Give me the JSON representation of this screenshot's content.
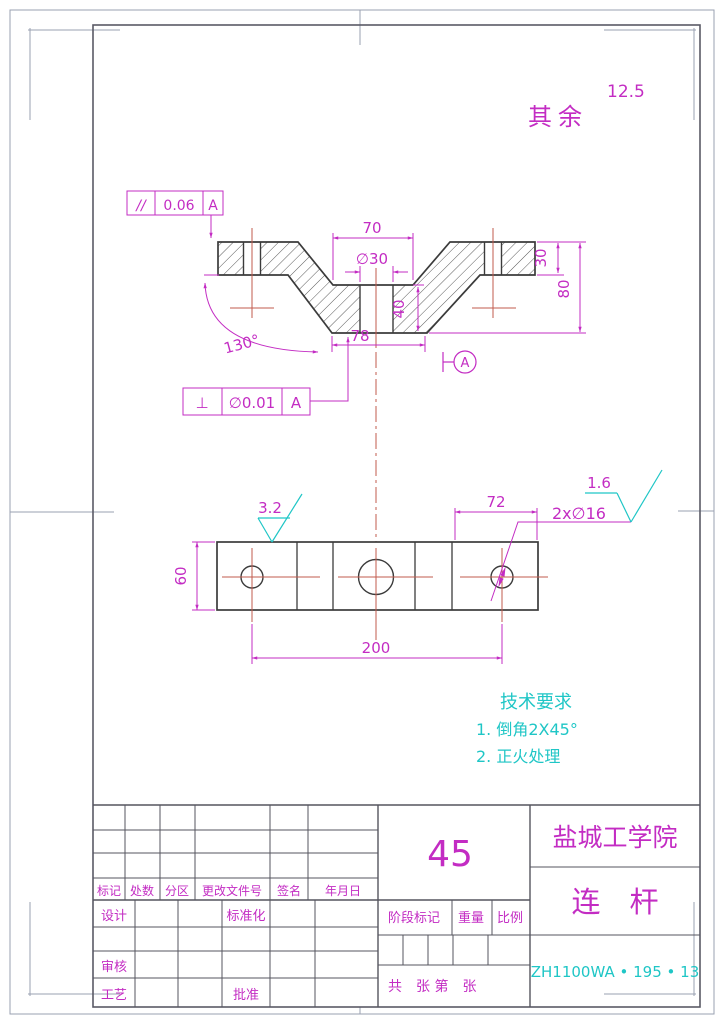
{
  "general_note": {
    "prefix": "其余",
    "roughness": "12.5"
  },
  "gdt": {
    "par_sym": "//",
    "par_val": "0.06",
    "par_datum": "A",
    "perp_sym": "⊥",
    "perp_val": "∅0.01",
    "perp_datum": "A",
    "datum": "A"
  },
  "section_view": {
    "dim_top_width": "70",
    "dim_hole_dia": "∅30",
    "dim_boss_height": "40",
    "dim_wing_thickness": "30",
    "dim_overall_height": "80",
    "dim_bottom_width": "78",
    "dim_angle": "130°"
  },
  "plan_view": {
    "dim_height": "60",
    "dim_length": "200",
    "dim_hole_offset": "72",
    "holes_label": "2x∅16",
    "roughness_left": "3.2",
    "roughness_right": "1.6"
  },
  "tech_req": {
    "title": "技术要求",
    "item1": "1. 倒角2X45°",
    "item2": "2. 正火处理"
  },
  "title_block": {
    "material": "45",
    "company": "盐城工学院",
    "part_name": "连　杆",
    "drawing_no": "ZH1100WA • 195 • 13",
    "rev_headers": [
      "标记",
      "处数",
      "分区",
      "更改文件号",
      "签名",
      "年月日"
    ],
    "design": "设计",
    "standardization": "标准化",
    "check": "审核",
    "process": "工艺",
    "approve": "批准",
    "stage_mark": "阶段标记",
    "weight": "重量",
    "scale": "比例",
    "sheets": "共　张  第　张"
  },
  "colors": {
    "dimension_magenta": "#c32cc3",
    "annotation_cyan": "#1fc6c6",
    "centerline_red": "#c25b4e",
    "part_line": "#3b3b3b"
  }
}
